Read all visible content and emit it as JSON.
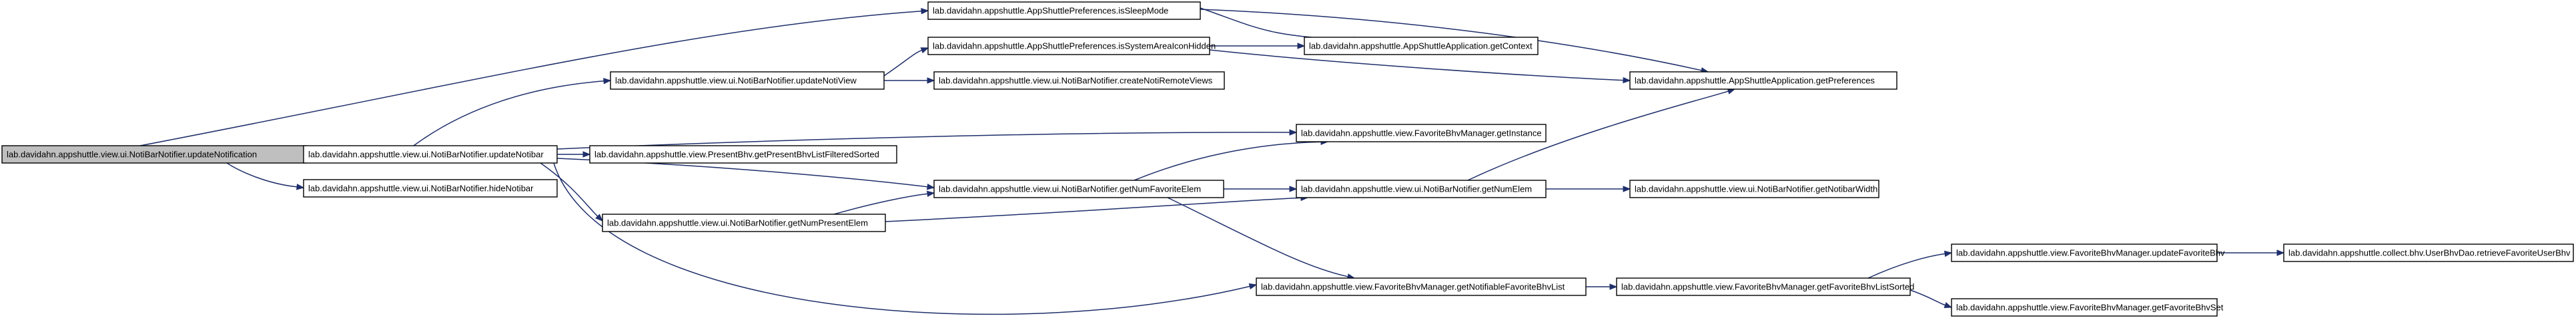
{
  "graph": {
    "colors": {
      "edge": "#1f2f6b",
      "root_fill": "#bfbfbf",
      "node_fill": "#ffffff",
      "node_border": "#000000"
    },
    "nodes": [
      {
        "id": "n0",
        "label": "lab.davidahn.appshuttle.view.ui.NotiBarNotifier.updateNotification",
        "root": true
      },
      {
        "id": "n1",
        "label": "lab.davidahn.appshuttle.AppShuttlePreferences.isSleepMode"
      },
      {
        "id": "n2",
        "label": "lab.davidahn.appshuttle.AppShuttleApplication.getContext"
      },
      {
        "id": "n3",
        "label": "lab.davidahn.appshuttle.AppShuttleApplication.getPreferences"
      },
      {
        "id": "n4",
        "label": "lab.davidahn.appshuttle.view.ui.NotiBarNotifier.updateNotibar"
      },
      {
        "id": "n5",
        "label": "lab.davidahn.appshuttle.view.FavoriteBhvManager.getInstance"
      },
      {
        "id": "n6",
        "label": "lab.davidahn.appshuttle.view.FavoriteBhvManager.getNotifiableFavoriteBhvList"
      },
      {
        "id": "n7",
        "label": "lab.davidahn.appshuttle.view.FavoriteBhvManager.getFavoriteBhvListSorted"
      },
      {
        "id": "n8",
        "label": "lab.davidahn.appshuttle.view.FavoriteBhvManager.getFavoriteBhvSet"
      },
      {
        "id": "n9",
        "label": "lab.davidahn.appshuttle.view.FavoriteBhvManager.updateFavoriteBhv"
      },
      {
        "id": "n10",
        "label": "lab.davidahn.appshuttle.collect.bhv.UserBhvDao.retrieveFavoriteUserBhv"
      },
      {
        "id": "n11",
        "label": "lab.davidahn.appshuttle.view.PresentBhv.getPresentBhvListFilteredSorted"
      },
      {
        "id": "n12",
        "label": "lab.davidahn.appshuttle.view.ui.NotiBarNotifier.getNumFavoriteElem"
      },
      {
        "id": "n13",
        "label": "lab.davidahn.appshuttle.view.ui.NotiBarNotifier.getNumElem"
      },
      {
        "id": "n14",
        "label": "lab.davidahn.appshuttle.view.ui.NotiBarNotifier.getNotibarWidth"
      },
      {
        "id": "n15",
        "label": "lab.davidahn.appshuttle.view.ui.NotiBarNotifier.getNumPresentElem"
      },
      {
        "id": "n16",
        "label": "lab.davidahn.appshuttle.view.ui.NotiBarNotifier.updateNotiView"
      },
      {
        "id": "n17",
        "label": "lab.davidahn.appshuttle.AppShuttlePreferences.isSystemAreaIconHidden"
      },
      {
        "id": "n18",
        "label": "lab.davidahn.appshuttle.view.ui.NotiBarNotifier.createNotiRemoteViews"
      },
      {
        "id": "n19",
        "label": "lab.davidahn.appshuttle.view.ui.NotiBarNotifier.hideNotibar"
      }
    ],
    "edges": [
      {
        "from": "n0",
        "to": "n1"
      },
      {
        "from": "n0",
        "to": "n4"
      },
      {
        "from": "n0",
        "to": "n19"
      },
      {
        "from": "n1",
        "to": "n2"
      },
      {
        "from": "n1",
        "to": "n3"
      },
      {
        "from": "n4",
        "to": "n16"
      },
      {
        "from": "n4",
        "to": "n5"
      },
      {
        "from": "n4",
        "to": "n11"
      },
      {
        "from": "n4",
        "to": "n12"
      },
      {
        "from": "n4",
        "to": "n15"
      },
      {
        "from": "n4",
        "to": "n6"
      },
      {
        "from": "n16",
        "to": "n17"
      },
      {
        "from": "n16",
        "to": "n18"
      },
      {
        "from": "n17",
        "to": "n2"
      },
      {
        "from": "n17",
        "to": "n3"
      },
      {
        "from": "n12",
        "to": "n5"
      },
      {
        "from": "n12",
        "to": "n13"
      },
      {
        "from": "n12",
        "to": "n6"
      },
      {
        "from": "n15",
        "to": "n12"
      },
      {
        "from": "n15",
        "to": "n13"
      },
      {
        "from": "n13",
        "to": "n3"
      },
      {
        "from": "n13",
        "to": "n14"
      },
      {
        "from": "n6",
        "to": "n7"
      },
      {
        "from": "n7",
        "to": "n9"
      },
      {
        "from": "n7",
        "to": "n8"
      },
      {
        "from": "n9",
        "to": "n10"
      }
    ]
  }
}
